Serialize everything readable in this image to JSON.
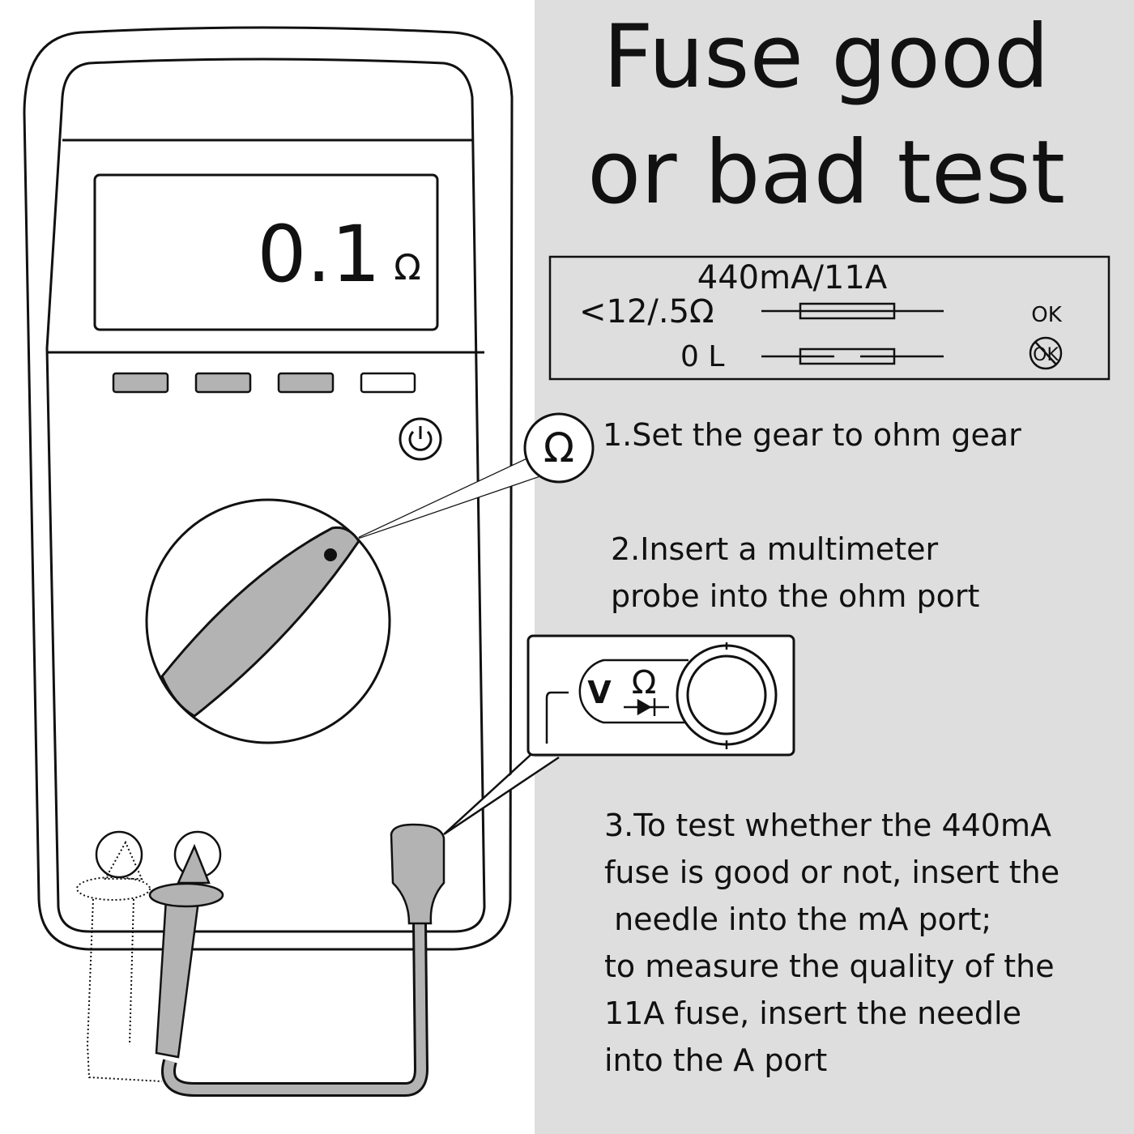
{
  "title": {
    "line1": "Fuse good",
    "line2": "or bad test"
  },
  "display": {
    "reading": "0.1",
    "unit": "Ω"
  },
  "legend": {
    "rating": "440mA/11A",
    "good_value": "<12/.5Ω",
    "good_status": "OK",
    "bad_value": "0 L",
    "bad_status": "OK"
  },
  "callout_symbol": "Ω",
  "port_label": {
    "volt": "V",
    "ohm": "Ω"
  },
  "steps": {
    "step1": "1.Set the gear to ohm gear",
    "step2": [
      "2.Insert a multimeter",
      "probe into the ohm port"
    ],
    "step3": [
      "3.To test whether the 440mA",
      "fuse is good or not, insert the",
      " needle into the mA port;",
      "to measure the quality of the",
      "11A fuse, insert the needle",
      "into the A port"
    ]
  },
  "colors": {
    "panel": "#dedede",
    "probe": "#b3b3b3",
    "stroke": "#111111"
  }
}
